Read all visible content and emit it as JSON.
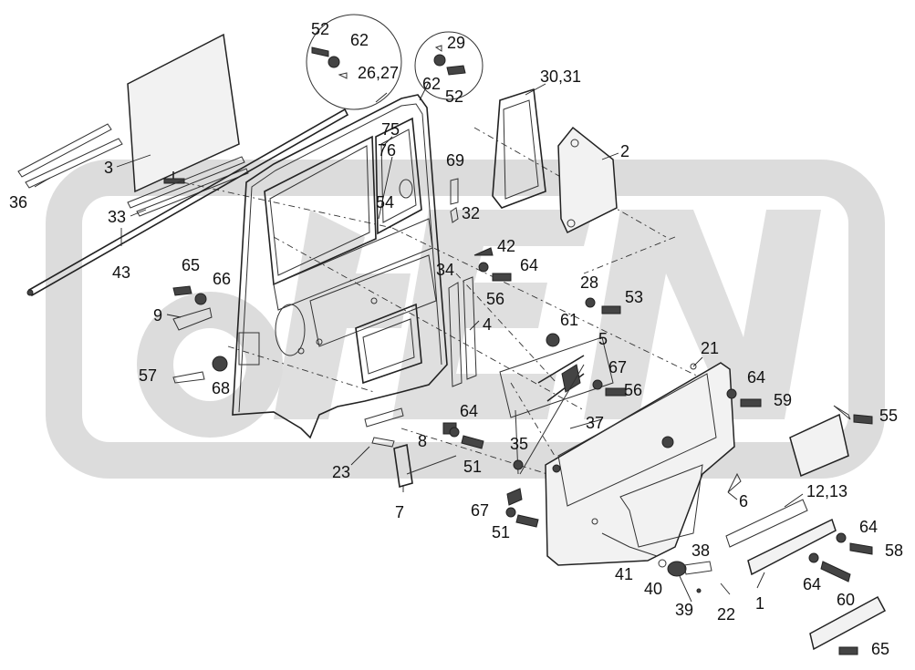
{
  "labels": {
    "l52a": "52",
    "l62a": "62",
    "l2627": "26,27",
    "l29": "29",
    "l62b": "62",
    "l52b": "52",
    "l3031": "30,31",
    "l2": "2",
    "l3": "3",
    "l36": "36",
    "l33": "33",
    "l43": "43",
    "l75": "75",
    "l76": "76",
    "l69": "69",
    "l54": "54",
    "l32": "32",
    "l65a": "65",
    "l66": "66",
    "l9": "9",
    "l57": "57",
    "l68": "68",
    "l42": "42",
    "l64a": "64",
    "l34": "34",
    "l56a": "56",
    "l4": "4",
    "l28": "28",
    "l53": "53",
    "l61": "61",
    "l5": "5",
    "l67a": "67",
    "l56b": "56",
    "l21": "21",
    "l64b": "64",
    "l59": "59",
    "l55": "55",
    "l1213": "12,13",
    "l6": "6",
    "l37": "37",
    "l64c": "64",
    "l8": "8",
    "l51a": "51",
    "l35": "35",
    "l23": "23",
    "l7": "7",
    "l67b": "67",
    "l51b": "51",
    "l38": "38",
    "l41": "41",
    "l40": "40",
    "l39": "39",
    "l22": "22",
    "l1": "1",
    "l64d": "64",
    "l58": "58",
    "l64e": "64",
    "l60": "60",
    "l65b": "65"
  }
}
